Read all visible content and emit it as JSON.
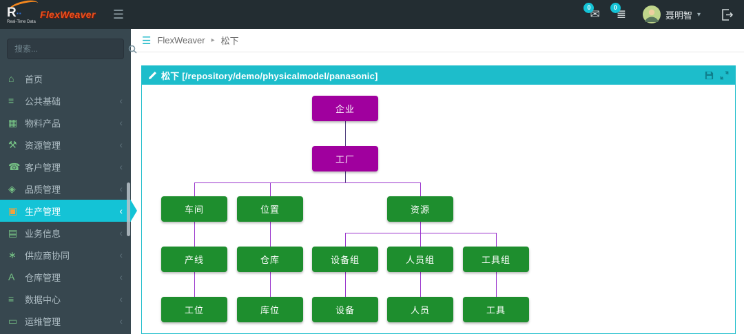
{
  "navbar": {
    "logo": {
      "letter": "R",
      "blocks": "▪▪",
      "sub": "Real-Time Data",
      "name": "FlexWeaver"
    },
    "messages_badge": "0",
    "tasks_badge": "0",
    "user_name": "聂明智"
  },
  "icons": {
    "hamburger": "☰",
    "envelope": "✉",
    "tasks": "≣",
    "caret_down": "▾",
    "caret_left": "‹",
    "breadcrumb_separator": "▸"
  },
  "sidebar": {
    "search_placeholder": "搜索...",
    "items": [
      {
        "id": "home",
        "label": "首页",
        "icon": "home-icon",
        "glyph": "⌂",
        "has_children": false,
        "active": false
      },
      {
        "id": "public-base",
        "label": "公共基础",
        "icon": "bars-icon",
        "glyph": "≡",
        "has_children": true,
        "active": false
      },
      {
        "id": "material-product",
        "label": "物料产品",
        "icon": "grid-icon",
        "glyph": "▦",
        "has_children": true,
        "active": false
      },
      {
        "id": "resource-mgmt",
        "label": "资源管理",
        "icon": "wrench-icon",
        "glyph": "⚒",
        "has_children": true,
        "active": false
      },
      {
        "id": "customer-mgmt",
        "label": "客户管理",
        "icon": "phone-icon",
        "glyph": "☎",
        "has_children": true,
        "active": false
      },
      {
        "id": "quality-mgmt",
        "label": "品质管理",
        "icon": "diamond-icon",
        "glyph": "◈",
        "has_children": true,
        "active": false
      },
      {
        "id": "production-mgmt",
        "label": "生产管理",
        "icon": "factory-icon",
        "glyph": "▣",
        "has_children": true,
        "active": true
      },
      {
        "id": "business-info",
        "label": "业务信息",
        "icon": "briefcase-icon",
        "glyph": "▤",
        "has_children": true,
        "active": false
      },
      {
        "id": "supplier-collab",
        "label": "供应商协同",
        "icon": "asterisk-icon",
        "glyph": "∗",
        "has_children": true,
        "active": false
      },
      {
        "id": "warehouse-mgmt",
        "label": "仓库管理",
        "icon": "font-icon",
        "glyph": "A",
        "has_children": true,
        "active": false
      },
      {
        "id": "data-center",
        "label": "数据中心",
        "icon": "bars-icon",
        "glyph": "≡",
        "has_children": true,
        "active": false
      },
      {
        "id": "ops-mgmt",
        "label": "运维管理",
        "icon": "folder-icon",
        "glyph": "▭",
        "has_children": true,
        "active": false
      }
    ]
  },
  "breadcrumb": {
    "root": "FlexWeaver",
    "current": "松下"
  },
  "panel": {
    "title": "松下 [/repository/demo/physicalmodel/panasonic]"
  },
  "chart_data": {
    "type": "orgchart",
    "line_color": "#9933cc",
    "node_colors": {
      "purple": "#a0009e",
      "green": "#1e8e2e"
    },
    "nodes": [
      {
        "id": "enterprise",
        "label": "企业",
        "row": 0,
        "col": 2,
        "color": "#a0009e"
      },
      {
        "id": "factory",
        "label": "工厂",
        "row": 1,
        "col": 2,
        "color": "#a0009e"
      },
      {
        "id": "workshop",
        "label": "车间",
        "row": 2,
        "col": 0,
        "color": "#1e8e2e"
      },
      {
        "id": "location",
        "label": "位置",
        "row": 2,
        "col": 1,
        "color": "#1e8e2e"
      },
      {
        "id": "resource",
        "label": "资源",
        "row": 2,
        "col": 3,
        "color": "#1e8e2e"
      },
      {
        "id": "production-line",
        "label": "产线",
        "row": 3,
        "col": 0,
        "color": "#1e8e2e"
      },
      {
        "id": "warehouse",
        "label": "仓库",
        "row": 3,
        "col": 1,
        "color": "#1e8e2e"
      },
      {
        "id": "equipment-group",
        "label": "设备组",
        "row": 3,
        "col": 2,
        "color": "#1e8e2e"
      },
      {
        "id": "personnel-group",
        "label": "人员组",
        "row": 3,
        "col": 3,
        "color": "#1e8e2e"
      },
      {
        "id": "tool-group",
        "label": "工具组",
        "row": 3,
        "col": 4,
        "color": "#1e8e2e"
      },
      {
        "id": "workstation",
        "label": "工位",
        "row": 4,
        "col": 0,
        "color": "#1e8e2e"
      },
      {
        "id": "storage-bin",
        "label": "库位",
        "row": 4,
        "col": 1,
        "color": "#1e8e2e"
      },
      {
        "id": "equipment",
        "label": "设备",
        "row": 4,
        "col": 2,
        "color": "#1e8e2e"
      },
      {
        "id": "personnel",
        "label": "人员",
        "row": 4,
        "col": 3,
        "color": "#1e8e2e"
      },
      {
        "id": "tool",
        "label": "工具",
        "row": 4,
        "col": 4,
        "color": "#1e8e2e"
      }
    ],
    "edges": [
      {
        "from": "enterprise",
        "to": [
          "factory"
        ],
        "color": "#4d3e7d"
      },
      {
        "from": "factory",
        "to": [
          "workshop",
          "location",
          "resource"
        ],
        "stub_color": "#4d3e7d"
      },
      {
        "from": "workshop",
        "to": [
          "production-line"
        ]
      },
      {
        "from": "location",
        "to": [
          "warehouse"
        ]
      },
      {
        "from": "resource",
        "to": [
          "equipment-group",
          "personnel-group",
          "tool-group"
        ]
      },
      {
        "from": "production-line",
        "to": [
          "workstation"
        ]
      },
      {
        "from": "warehouse",
        "to": [
          "storage-bin"
        ]
      },
      {
        "from": "equipment-group",
        "to": [
          "equipment"
        ]
      },
      {
        "from": "personnel-group",
        "to": [
          "personnel"
        ]
      },
      {
        "from": "tool-group",
        "to": [
          "tool"
        ]
      }
    ]
  }
}
